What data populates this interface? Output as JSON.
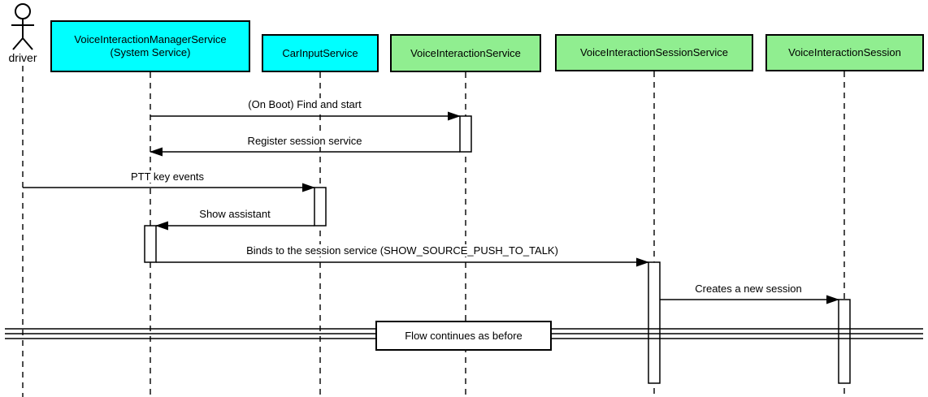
{
  "diagram_type": "uml-sequence-diagram",
  "participants": [
    {
      "id": "driver",
      "kind": "actor",
      "label": "driver",
      "fill": "#ffffff"
    },
    {
      "id": "voice-interaction-manager-service",
      "kind": "box",
      "label": "VoiceInteractionManagerService",
      "sublabel": "(System Service)",
      "fill": "#00ffff"
    },
    {
      "id": "car-input-service",
      "kind": "box",
      "label": "CarInputService",
      "fill": "#00ffff"
    },
    {
      "id": "voice-interaction-service",
      "kind": "box",
      "label": "VoiceInteractionService",
      "fill": "#90ee90"
    },
    {
      "id": "voice-interaction-session-service",
      "kind": "box",
      "label": "VoiceInteractionSessionService",
      "fill": "#90ee90"
    },
    {
      "id": "voice-interaction-session",
      "kind": "box",
      "label": "VoiceInteractionSession",
      "fill": "#90ee90"
    }
  ],
  "messages": [
    {
      "label": "(On Boot) Find and start",
      "from": "voice-interaction-manager-service",
      "to": "voice-interaction-service"
    },
    {
      "label": "Register session service",
      "from": "voice-interaction-service",
      "to": "voice-interaction-manager-service"
    },
    {
      "label": "PTT key events",
      "from": "driver",
      "to": "car-input-service"
    },
    {
      "label": "Show assistant",
      "from": "car-input-service",
      "to": "voice-interaction-manager-service"
    },
    {
      "label": "Binds to the session service (SHOW_SOURCE_PUSH_TO_TALK)",
      "from": "voice-interaction-manager-service",
      "to": "voice-interaction-session-service"
    },
    {
      "label": "Creates a new session",
      "from": "voice-interaction-session-service",
      "to": "voice-interaction-session"
    }
  ],
  "divider": {
    "label": "Flow continues as before"
  },
  "colors": {
    "participant_cyan": "#00ffff",
    "participant_green": "#90ee90",
    "line": "#000000",
    "activation_fill": "#ffffff",
    "background": "#ffffff"
  }
}
